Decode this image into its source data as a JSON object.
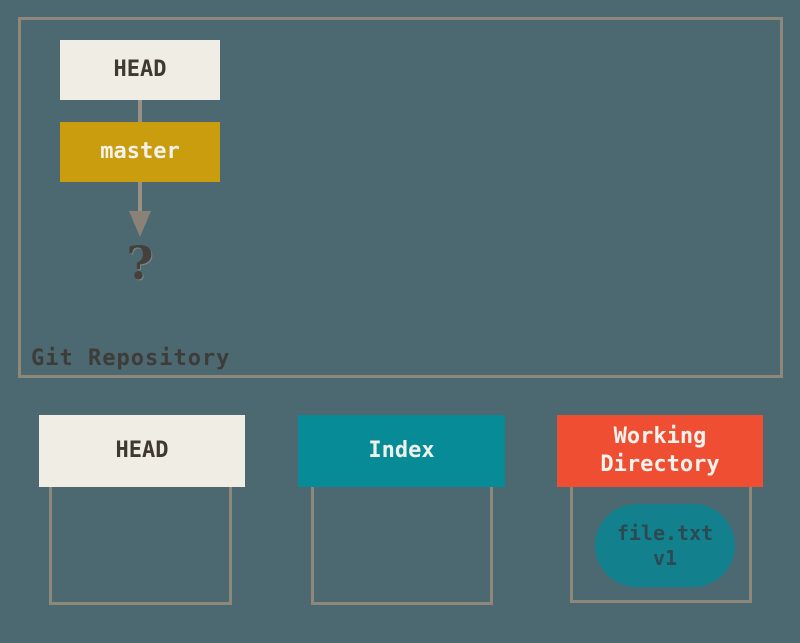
{
  "colors": {
    "background": "#4c6871",
    "outline_border": "#8d887a",
    "cream_box": "#efede4",
    "cream_box_text": "#3f3931",
    "gold_branch": "#c99d0d",
    "teal_index": "#078c97",
    "red_orange_working": "#f04e32",
    "pill_teal": "#12818d",
    "pill_text": "#2c4a52",
    "arrow_gray": "#9a9184",
    "repo_label_text": "#3d3c38"
  },
  "repository": {
    "label": "Git Repository",
    "head_label": "HEAD",
    "master_label": "master",
    "question_mark": "?"
  },
  "columns": {
    "head": {
      "label": "HEAD"
    },
    "index": {
      "label": "Index"
    },
    "working_directory": {
      "label": "Working Directory",
      "file": {
        "name": "file.txt",
        "version": "v1"
      }
    }
  }
}
